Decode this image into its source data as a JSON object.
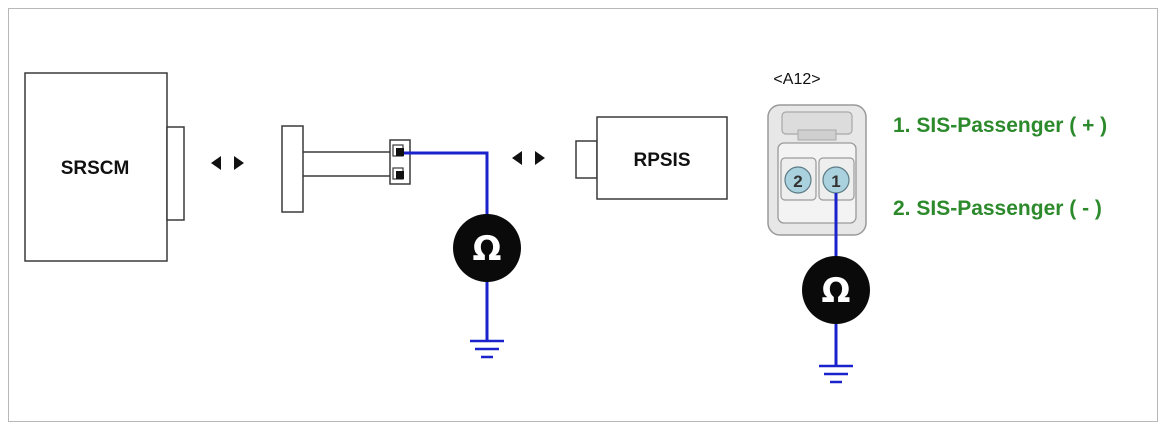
{
  "components": {
    "srscm": "SRSCM",
    "rpsis": "RPSIS"
  },
  "connector": {
    "name": "<A12>",
    "pin1_number": "1",
    "pin2_number": "2"
  },
  "pins": [
    {
      "label": "1. SIS-Passenger ( + )"
    },
    {
      "label": "2. SIS-Passenger ( - )"
    }
  ],
  "meters": {
    "symbol": "Ω",
    "icon": "ohmmeter-icon"
  },
  "icons": {
    "connection_arrow": "double-arrow-icon",
    "ground": "ground-icon"
  },
  "colors": {
    "wire": "#1a22cc",
    "label_green": "#2c8a2c",
    "pin_fill": "#a9d1de",
    "connector_fill": "#e7e7e7"
  }
}
